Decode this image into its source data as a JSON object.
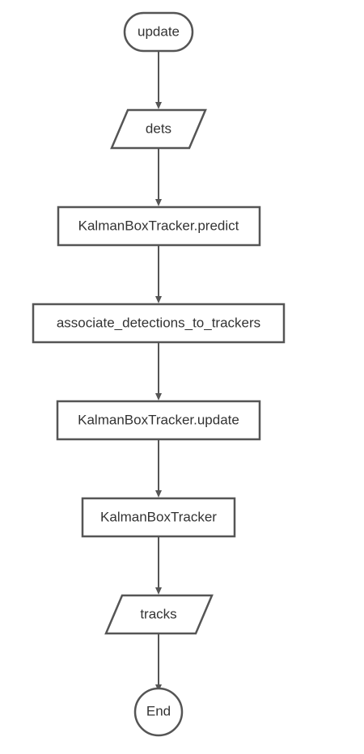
{
  "nodes": {
    "start": "update",
    "dets": "dets",
    "predict": "KalmanBoxTracker.predict",
    "associate": "associate_detections_to_trackers",
    "tracker_update": "KalmanBoxTracker.update",
    "tracker": "KalmanBoxTracker",
    "tracks": "tracks",
    "end": "End"
  }
}
